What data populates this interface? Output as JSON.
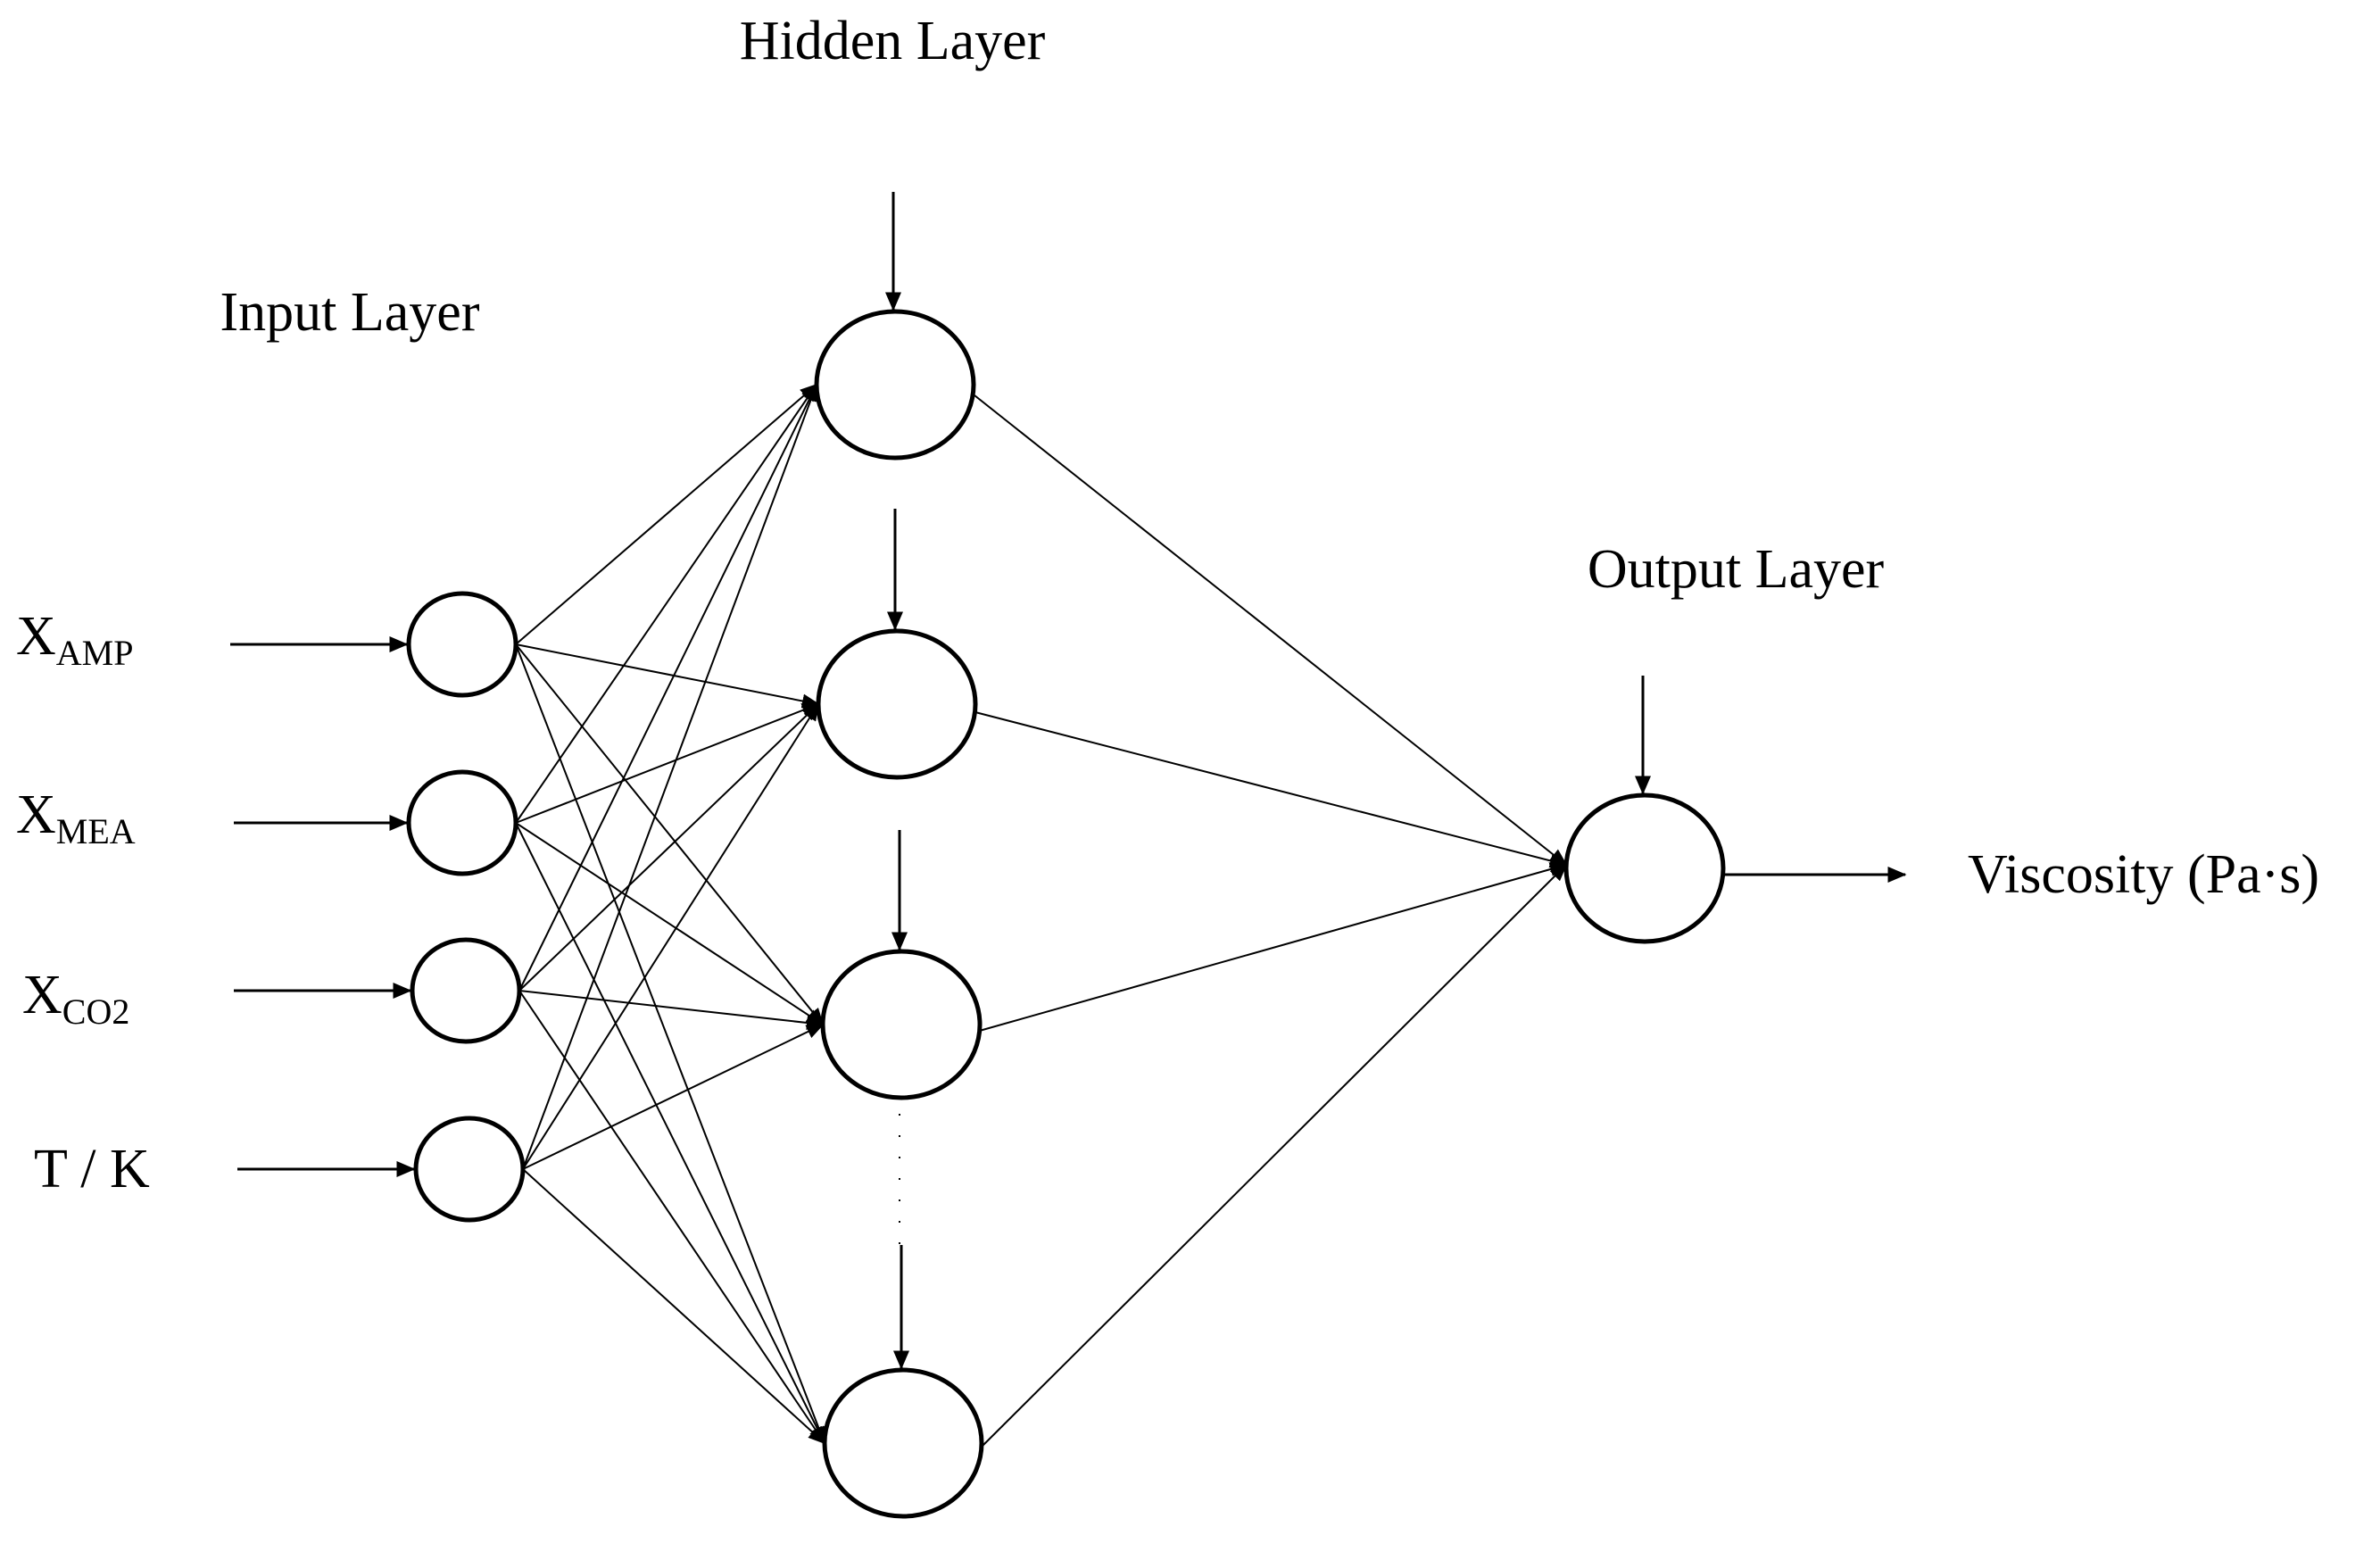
{
  "layers": {
    "input": {
      "label": "Input Layer"
    },
    "hidden": {
      "label": "Hidden Layer"
    },
    "output": {
      "label": "Output Layer"
    }
  },
  "inputs": [
    {
      "main": "X",
      "sub": "AMP"
    },
    {
      "main": "X",
      "sub": "MEA"
    },
    {
      "main": "X",
      "sub": "CO2"
    },
    {
      "main": "T / K",
      "sub": ""
    }
  ],
  "output": {
    "label": "Viscosity (Pa·s)"
  },
  "structure": {
    "input_nodes": 4,
    "hidden_nodes_shown": 4,
    "hidden_continues_with_ellipsis": true,
    "output_nodes": 1,
    "hidden_bias_arrows": true,
    "output_bias_arrow": true
  }
}
